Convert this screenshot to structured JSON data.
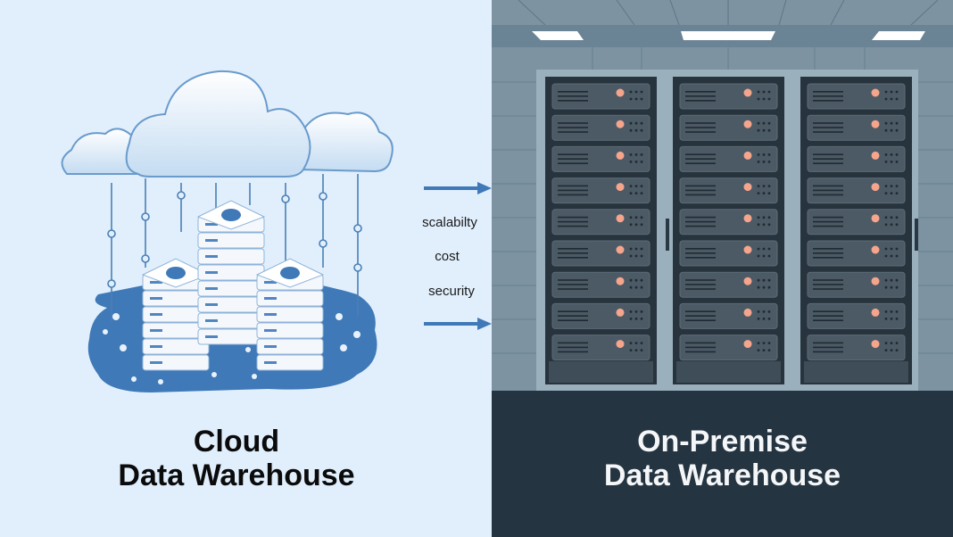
{
  "left_panel": {
    "title_line1": "Cloud",
    "title_line2": "Data Warehouse",
    "background": "#e1effd",
    "accent": "#3f79b8"
  },
  "right_panel": {
    "title_line1": "On-Premise",
    "title_line2": "Data Warehouse",
    "background": "#7d93a2",
    "floor": "#253441",
    "led_color": "#f5a58c"
  },
  "comparison_labels": [
    "scalabilty",
    "cost",
    "security"
  ],
  "arrows": [
    "arrow-top",
    "arrow-bottom"
  ],
  "server_racks": 3,
  "units_per_rack": 9
}
